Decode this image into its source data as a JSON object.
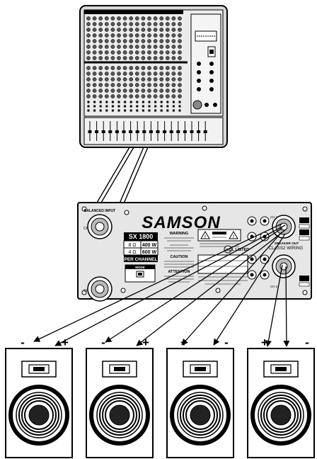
{
  "amplifier": {
    "brand": "SAMSON",
    "model": "SX 1800",
    "ratings": [
      {
        "ohms": "8 Ω",
        "watts": "400 W"
      },
      {
        "ohms": "4 Ω",
        "watts": "600 W"
      }
    ],
    "per_channel": "PER CHANNEL",
    "balanced_input": "BALANCED INPUT",
    "ch1": "CH 1",
    "ch2": "CH 2",
    "warning": "WARNING",
    "caution": "CAUTION",
    "attention": "ATTENTION",
    "speaker_out": "SPEAKER OUT",
    "class2_wiring": "CLASS2 WIRING",
    "ul_listed": "UL LISTED",
    "mode": "MODE"
  },
  "speakers": [
    {
      "left_sign": "-",
      "right_sign": "+"
    },
    {
      "left_sign": "-",
      "right_sign": "+"
    },
    {
      "left_sign": "+",
      "right_sign": "-"
    },
    {
      "left_sign": "+",
      "right_sign": "-"
    }
  ],
  "colors": {
    "ink": "#000000",
    "panel_gray": "#e6e6e6",
    "mixer_gray": "#d9d9d9"
  }
}
